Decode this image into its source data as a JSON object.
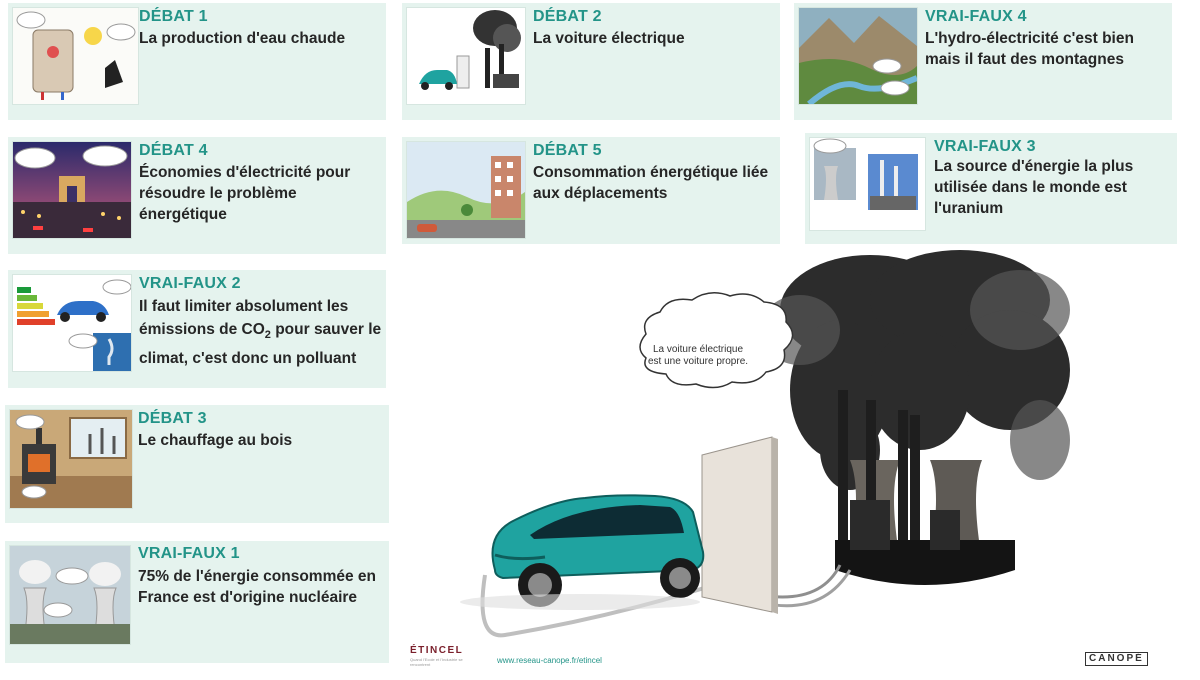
{
  "cards": {
    "debat1": {
      "title": "DÉBAT 1",
      "text": "La production d'eau chaude"
    },
    "debat2": {
      "title": "DÉBAT 2",
      "text": "La voiture électrique"
    },
    "vraifaux4": {
      "title": "VRAI-FAUX 4",
      "text": "L'hydro-électricité c'est bien mais il faut des montagnes"
    },
    "debat4": {
      "title": "DÉBAT 4",
      "text": "Économies d'électricité pour résoudre le problème énergétique"
    },
    "debat5": {
      "title": "DÉBAT 5",
      "text": "Consommation énergétique liée aux déplacements"
    },
    "vraifaux3": {
      "title": "VRAI-FAUX 3",
      "text": "La source d'énergie la plus utilisée dans le monde est l'uranium"
    },
    "vraifaux2": {
      "title": "VRAI-FAUX 2",
      "text_before": "Il faut limiter absolument les émissions de CO",
      "text_sub": "2",
      "text_after": " pour sauver le climat, c'est donc un polluant"
    },
    "debat3": {
      "title": "DÉBAT 3",
      "text": "Le chauffage au bois"
    },
    "vraifaux1": {
      "title": "VRAI-FAUX 1",
      "text": "75% de l'énergie consommée en France est d'origine nucléaire"
    }
  },
  "hero": {
    "bubble_line1": "La voiture électrique",
    "bubble_line2": "est une voiture propre."
  },
  "footer": {
    "logo": "ÉTINCEL",
    "tagline": "Quand l'Ecole et l'Industrie se rencontrent",
    "url": "www.reseau-canope.fr/etincel",
    "brand": "CANOPÉ"
  },
  "colors": {
    "accent": "#239488",
    "card_bg": "#e5f3ee",
    "car": "#1fa3a0"
  }
}
